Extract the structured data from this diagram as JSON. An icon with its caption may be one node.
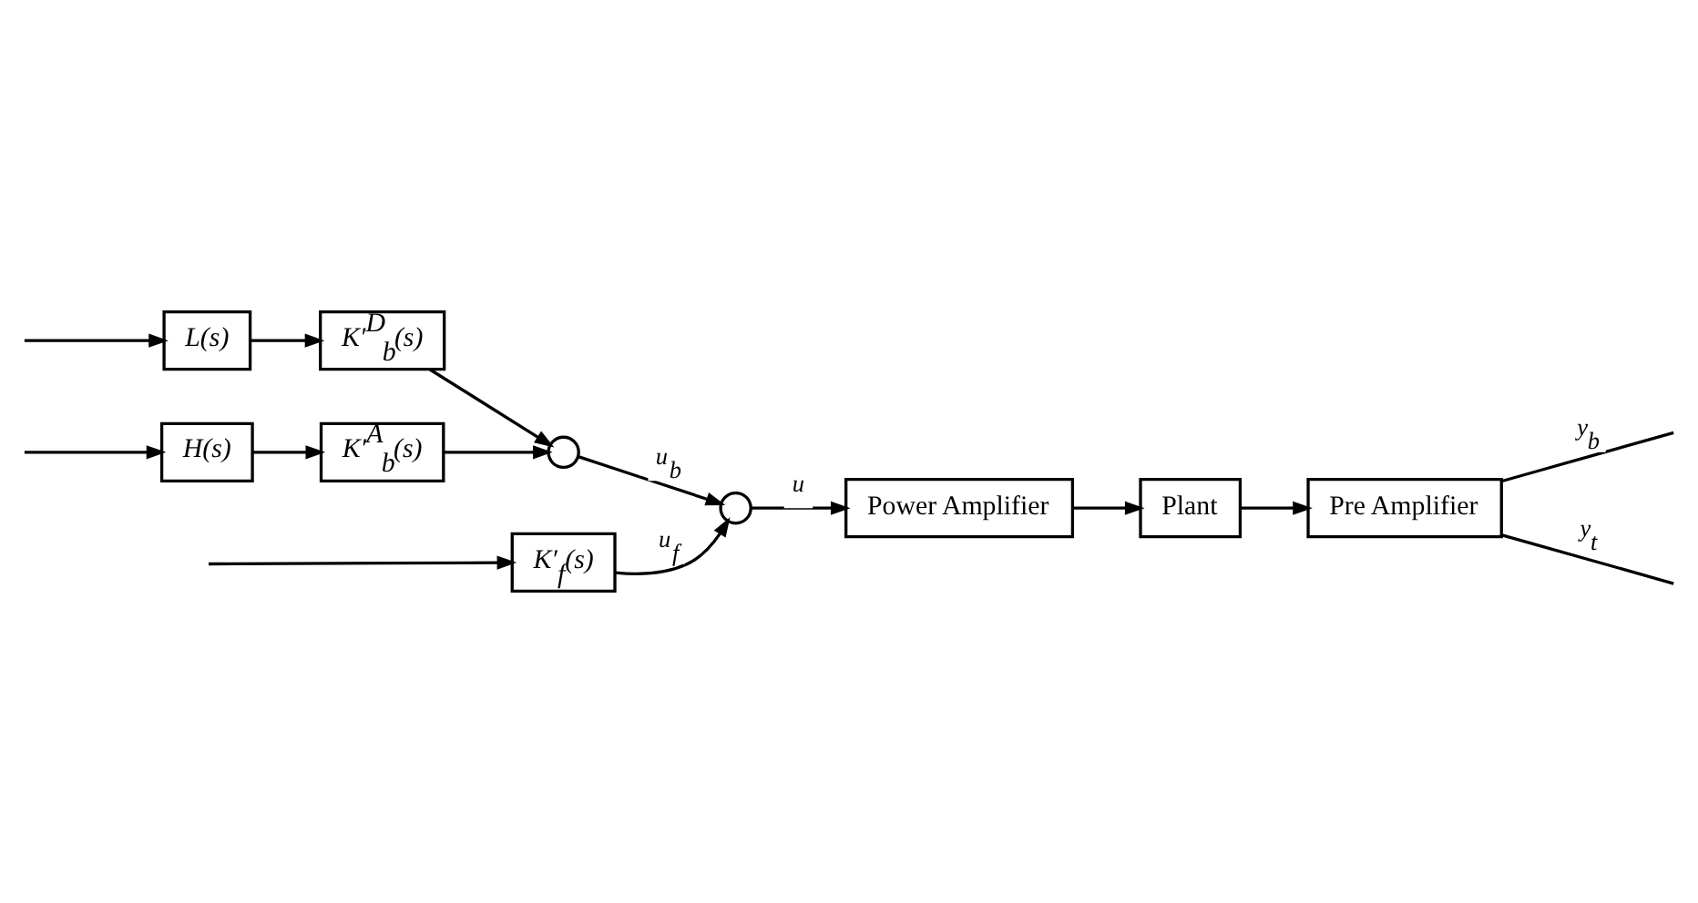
{
  "diagram": {
    "nodes": [
      {
        "text": [
          "K′$_{f}$(s)"
        ]
      },
      {
        "text": [],
        "shape": "circle"
      },
      {
        "text": [
          "Power Amplifier"
        ]
      },
      {
        "text": [
          "Plant"
        ]
      },
      {
        "text": [
          "Pre Amplifier"
        ]
      },
      {
        "text": [
          "K′$^{D}$$_{b}$(s)"
        ]
      },
      {
        "text": [
          "L(s)"
        ]
      },
      {
        "text": [],
        "shape": "circle"
      },
      {
        "text": [
          "K′$^{A}$$_{b}$(s)"
        ]
      },
      {
        "text": [
          "H(s)"
        ]
      }
    ],
    "edges": [
      {
        "from": null,
        "to": 0,
        "arrow": "to"
      },
      {
        "from": 0,
        "to": 1,
        "arrow": "to",
        "label": "u$_{f}$"
      },
      {
        "from": 1,
        "to": 2,
        "arrow": "to",
        "label": "u"
      },
      {
        "from": 2,
        "to": 3,
        "arrow": "to"
      },
      {
        "from": 3,
        "to": 4,
        "arrow": "to"
      },
      {
        "from": 4,
        "to": null,
        "arrow": "none",
        "label": "y$_{b}$"
      },
      {
        "from": 4,
        "to": null,
        "arrow": "none",
        "label": "y$_{t}$"
      },
      {
        "from": null,
        "to": 6,
        "arrow": "to"
      },
      {
        "from": null,
        "to": 9,
        "arrow": "to"
      },
      {
        "from": 6,
        "to": 5,
        "arrow": "to"
      },
      {
        "from": 9,
        "to": 8,
        "arrow": "to"
      },
      {
        "from": 5,
        "to": 7,
        "arrow": "to"
      },
      {
        "from": 8,
        "to": 7,
        "arrow": "to"
      },
      {
        "from": 7,
        "to": 1,
        "arrow": "to",
        "label": "u$_{b}$"
      }
    ]
  }
}
